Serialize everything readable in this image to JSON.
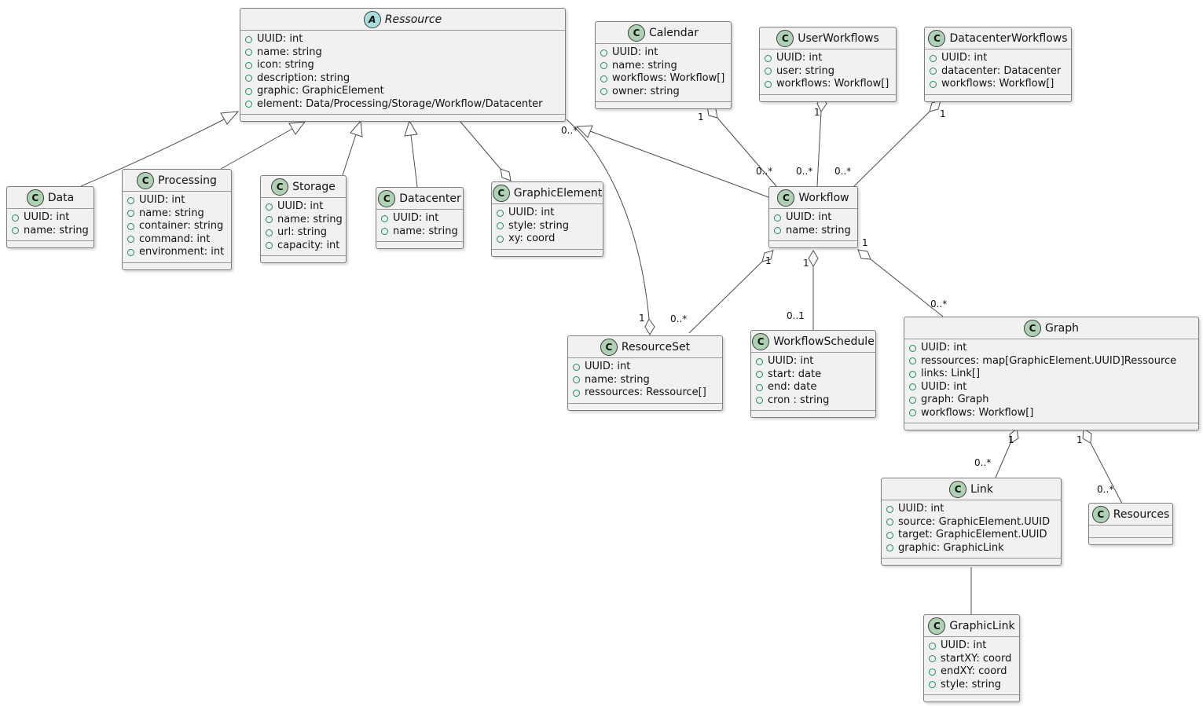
{
  "diagram_title": "UML class diagram",
  "colors": {
    "class_icon_bg": "#ADD1B2",
    "abstract_icon_bg": "#A9DCDF",
    "box_bg": "#F1F1F1",
    "box_border": "#7f7f7f",
    "edge": "#4d4d4d",
    "field_dot": "#1E8E57"
  },
  "classes": {
    "ressource": {
      "icon": "A",
      "name": "Ressource",
      "attributes": [
        "UUID: int",
        "name: string",
        "icon: string",
        "description: string",
        "graphic: GraphicElement",
        "element: Data/Processing/Storage/Workflow/Datacenter"
      ]
    },
    "calendar": {
      "icon": "C",
      "name": "Calendar",
      "attributes": [
        "UUID: int",
        "name: string",
        "workflows: Workflow[]",
        "owner: string"
      ]
    },
    "userworkflows": {
      "icon": "C",
      "name": "UserWorkflows",
      "attributes": [
        "UUID: int",
        "user: string",
        "workflows: Workflow[]"
      ]
    },
    "datacenterworkflows": {
      "icon": "C",
      "name": "DatacenterWorkflows",
      "attributes": [
        "UUID: int",
        "datacenter: Datacenter",
        "workflows: Workflow[]"
      ]
    },
    "data": {
      "icon": "C",
      "name": "Data",
      "attributes": [
        "UUID: int",
        "name: string"
      ]
    },
    "processing": {
      "icon": "C",
      "name": "Processing",
      "attributes": [
        "UUID: int",
        "name: string",
        "container: string",
        "command: int",
        "environment: int"
      ]
    },
    "storage": {
      "icon": "C",
      "name": "Storage",
      "attributes": [
        "UUID: int",
        "name: string",
        "url: string",
        "capacity: int"
      ]
    },
    "datacenter": {
      "icon": "C",
      "name": "Datacenter",
      "attributes": [
        "UUID: int",
        "name: string"
      ]
    },
    "graphicelement": {
      "icon": "C",
      "name": "GraphicElement",
      "attributes": [
        "UUID: int",
        "style: string",
        "xy: coord"
      ]
    },
    "workflow": {
      "icon": "C",
      "name": "Workflow",
      "attributes": [
        "UUID: int",
        "name: string"
      ]
    },
    "resourceset": {
      "icon": "C",
      "name": "ResourceSet",
      "attributes": [
        "UUID: int",
        "name: string",
        "ressources: Ressource[]"
      ]
    },
    "workflowschedule": {
      "icon": "C",
      "name": "WorkflowSchedule",
      "attributes": [
        "UUID: int",
        "start: date",
        "end: date",
        "cron : string"
      ]
    },
    "graph": {
      "icon": "C",
      "name": "Graph",
      "attributes": [
        "UUID: int",
        "ressources: map[GraphicElement.UUID]Ressource",
        "links: Link[]",
        "UUID: int",
        "graph: Graph",
        "workflows: Workflow[]"
      ]
    },
    "link": {
      "icon": "C",
      "name": "Link",
      "attributes": [
        "UUID: int",
        "source: GraphicElement.UUID",
        "target: GraphicElement.UUID",
        "graphic: GraphicLink"
      ]
    },
    "resources": {
      "icon": "C",
      "name": "Resources",
      "attributes": []
    },
    "graphiclink": {
      "icon": "C",
      "name": "GraphicLink",
      "attributes": [
        "UUID: int",
        "startXY: coord",
        "endXY: coord",
        "style: string"
      ]
    }
  },
  "relationships": [
    {
      "from": "Calendar",
      "to": "Workflow",
      "type": "aggregation",
      "from_label": "1",
      "to_label": "0..*"
    },
    {
      "from": "UserWorkflows",
      "to": "Workflow",
      "type": "aggregation",
      "from_label": "1",
      "to_label": "0..*"
    },
    {
      "from": "DatacenterWorkflows",
      "to": "Workflow",
      "type": "aggregation",
      "from_label": "1",
      "to_label": "0..*"
    },
    {
      "from": "Workflow",
      "to": "ResourceSet",
      "type": "aggregation",
      "from_label": "1",
      "to_label": "0..*"
    },
    {
      "from": "Workflow",
      "to": "WorkflowSchedule",
      "type": "aggregation",
      "from_label": "1",
      "to_label": "0..1"
    },
    {
      "from": "Workflow",
      "to": "Graph",
      "type": "aggregation",
      "from_label": "1",
      "to_label": "0..*"
    },
    {
      "from": "ResourceSet",
      "to": "Ressource",
      "type": "aggregation",
      "from_label": "1",
      "to_label": "0..*"
    },
    {
      "from": "Graph",
      "to": "Link",
      "type": "aggregation",
      "from_label": "1",
      "to_label": "0..*"
    },
    {
      "from": "Graph",
      "to": "Resources",
      "type": "aggregation",
      "from_label": "1",
      "to_label": "0..*"
    },
    {
      "from": "Data",
      "to": "Ressource",
      "type": "generalization",
      "from_label": "",
      "to_label": ""
    },
    {
      "from": "Processing",
      "to": "Ressource",
      "type": "generalization",
      "from_label": "",
      "to_label": ""
    },
    {
      "from": "Storage",
      "to": "Ressource",
      "type": "generalization",
      "from_label": "",
      "to_label": ""
    },
    {
      "from": "Datacenter",
      "to": "Ressource",
      "type": "generalization",
      "from_label": "",
      "to_label": ""
    },
    {
      "from": "Workflow",
      "to": "Ressource",
      "type": "generalization",
      "from_label": "",
      "to_label": ""
    },
    {
      "from": "Ressource",
      "to": "GraphicElement",
      "type": "aggregation",
      "from_label": "",
      "to_label": ""
    },
    {
      "from": "Link",
      "to": "GraphicLink",
      "type": "association",
      "from_label": "",
      "to_label": ""
    }
  ]
}
